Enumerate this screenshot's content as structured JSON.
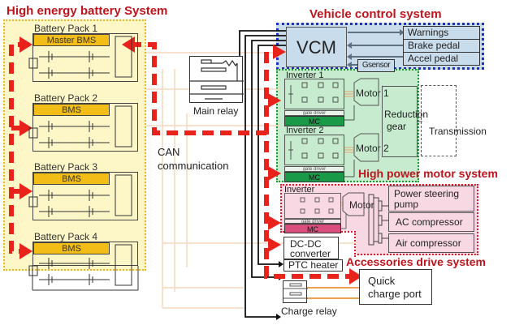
{
  "titles": {
    "battery_system": "High energy battery System",
    "vehicle_control": "Vehicle control system",
    "motor_system": "High power motor system",
    "accessories": "Accessories drive system"
  },
  "battery_packs": [
    {
      "label": "Battery Pack 1",
      "bms": "Master BMS"
    },
    {
      "label": "Battery Pack 2",
      "bms": "BMS"
    },
    {
      "label": "Battery Pack 3",
      "bms": "BMS"
    },
    {
      "label": "Battery Pack 4",
      "bms": "BMS"
    }
  ],
  "main_relay": "Main relay",
  "can": {
    "line1": "CAN",
    "line2": "communication"
  },
  "vcm": {
    "label": "VCM",
    "outputs": [
      "Warnings",
      "Brake pedal",
      "Accel pedal"
    ],
    "gsensor": "Gsensor"
  },
  "motor_system": {
    "inverter1": "Inverter 1",
    "inverter2": "Inverter 2",
    "gate_driver": "gate driver",
    "mc": "MC",
    "motor1": "Motor 1",
    "motor2": "Motor 2",
    "reduction_gear": [
      "Reduction",
      "gear"
    ],
    "transmission": "Transmission"
  },
  "accessories": {
    "inverter": "Inverter",
    "gate_driver": "gate driver",
    "mc": "MC",
    "motor": "Motor",
    "loads": [
      "Power steering pump",
      "AC compressor",
      "Air compressor"
    ]
  },
  "dcdc": [
    "DC-DC",
    "converter"
  ],
  "ptc_heater": "PTC heater",
  "quick_charge": [
    "Quick",
    "charge port"
  ],
  "charge_relay": "Charge relay",
  "colors": {
    "can_red": "#e8231c",
    "title_red": "#c0141c",
    "battery_bg": "#fdf7c8",
    "battery_border": "#f0b323",
    "bms_fill": "#f2bd17",
    "vcs_bg": "#c9dcec",
    "vcs_border": "#1f2ecf",
    "motor_bg": "#c6ebcf",
    "motor_border": "#1a9a2a",
    "mc_green": "#1a9a48",
    "acc_bg": "#f8d8e2",
    "acc_border": "#d81a2a",
    "mc_pink": "#d84f7d",
    "power_line": "#f0a050"
  }
}
